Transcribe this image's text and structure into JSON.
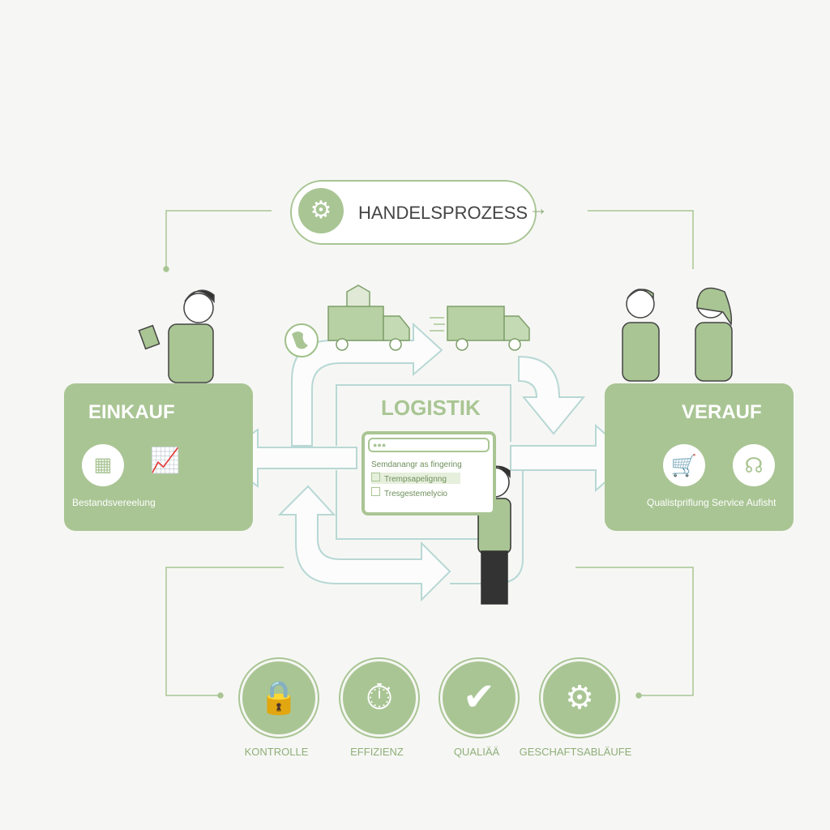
{
  "header": {
    "title": "HANDELSPROZESS",
    "icon": "gear-search-icon"
  },
  "einkauf": {
    "title": "EINKAUF",
    "caption": "Bestandsvereelung"
  },
  "verkauf": {
    "title": "VERAUF",
    "caption": "Qualistpriflung Service Aufisht"
  },
  "logistik": {
    "title": "LOGISTIK",
    "screen": {
      "heading": "Semdanangr as fingering",
      "items": [
        "Trempsapelignng",
        "Tresgestemelycio"
      ]
    }
  },
  "benefits": [
    {
      "label": "KONTROLLE",
      "icon": "lock-icon"
    },
    {
      "label": "EFFIZIENZ",
      "icon": "stopwatch-icon"
    },
    {
      "label": "QUALIÄÄ",
      "icon": "check-icon"
    },
    {
      "label": "GESCHAFTSABLÄUFE",
      "icon": "gears-icon"
    }
  ],
  "colors": {
    "green": "#a9c594",
    "text": "#8fae79",
    "arrow": "#b8d8d5"
  }
}
